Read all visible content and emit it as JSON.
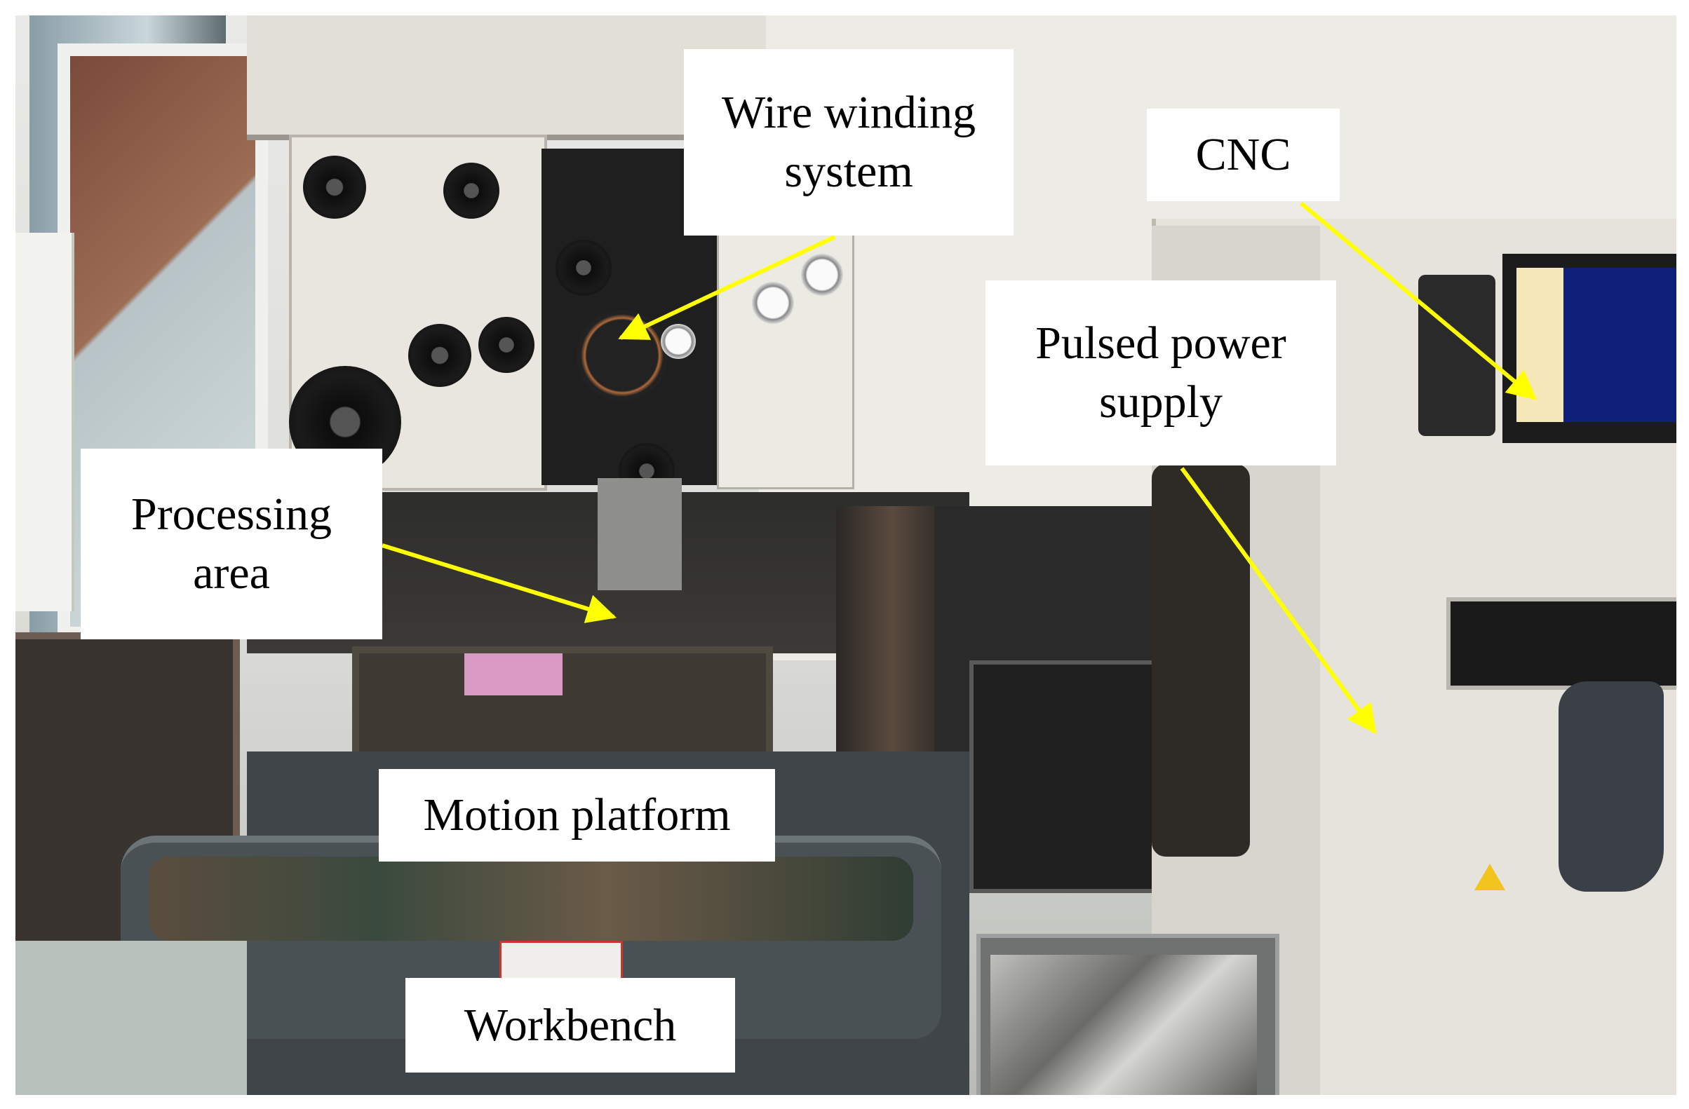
{
  "labels": {
    "wire_winding": {
      "line1": "Wire winding",
      "line2": "system"
    },
    "cnc": {
      "line1": "CNC"
    },
    "pulsed_power": {
      "line1": "Pulsed power",
      "line2": "supply"
    },
    "processing": {
      "line1": "Processing",
      "line2": "area"
    },
    "motion": {
      "line1": "Motion platform"
    },
    "workbench": {
      "line1": "Workbench"
    }
  },
  "colors": {
    "arrow": "#ffff00",
    "label_background": "#ffffff",
    "label_text": "#000000"
  }
}
